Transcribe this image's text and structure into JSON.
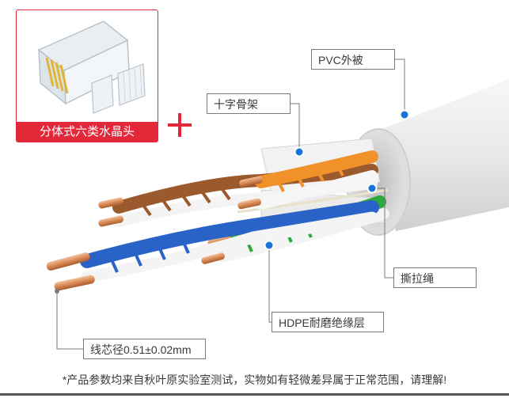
{
  "labels": {
    "pvc_jacket": "PVC外被",
    "cross_frame": "十字骨架",
    "rip_cord": "撕拉绳",
    "hdpe_insulation": "HDPE耐磨绝缘层",
    "core_diameter": "线芯径0.51±0.02mm"
  },
  "product": {
    "title": "分体式六类水晶头"
  },
  "disclaimer": "*产品参数均来自秋叶原实验室测试，实物如有轻微差异属于正常范围，请理解!",
  "colors": {
    "accent_red": "#e3283a",
    "callout_dot": "#1a73d9",
    "pair_orange": "#f0912a",
    "pair_green": "#2eaa3c",
    "pair_blue": "#2a63c8",
    "pair_brown": "#9b5a2d",
    "copper": "#d98a55",
    "jacket": "#eeeeee"
  },
  "icons": [
    "rj45-plug-icon",
    "plus-icon"
  ]
}
